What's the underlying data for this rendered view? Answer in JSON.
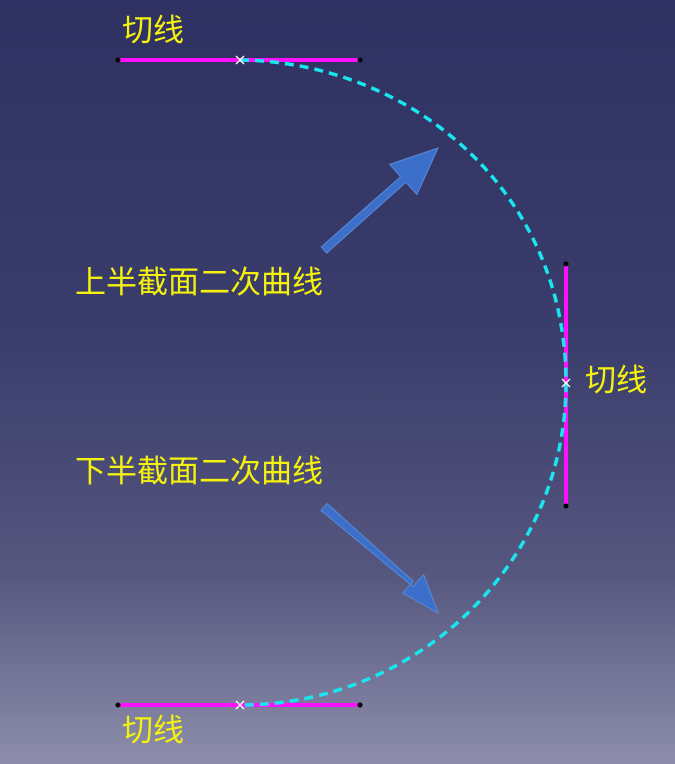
{
  "diagram": {
    "labels": {
      "tangent_top": "切线",
      "tangent_right": "切线",
      "tangent_bottom": "切线",
      "upper_curve": "上半截面二次曲线",
      "lower_curve": "下半截面二次曲线"
    },
    "colors": {
      "background_top": "#2f3162",
      "background_bottom": "#8d8dab",
      "tangent_line": "#ff10ff",
      "curve": "#19e6f0",
      "arrow": "#3b6fc9",
      "label_text": "#f4f10e"
    }
  }
}
